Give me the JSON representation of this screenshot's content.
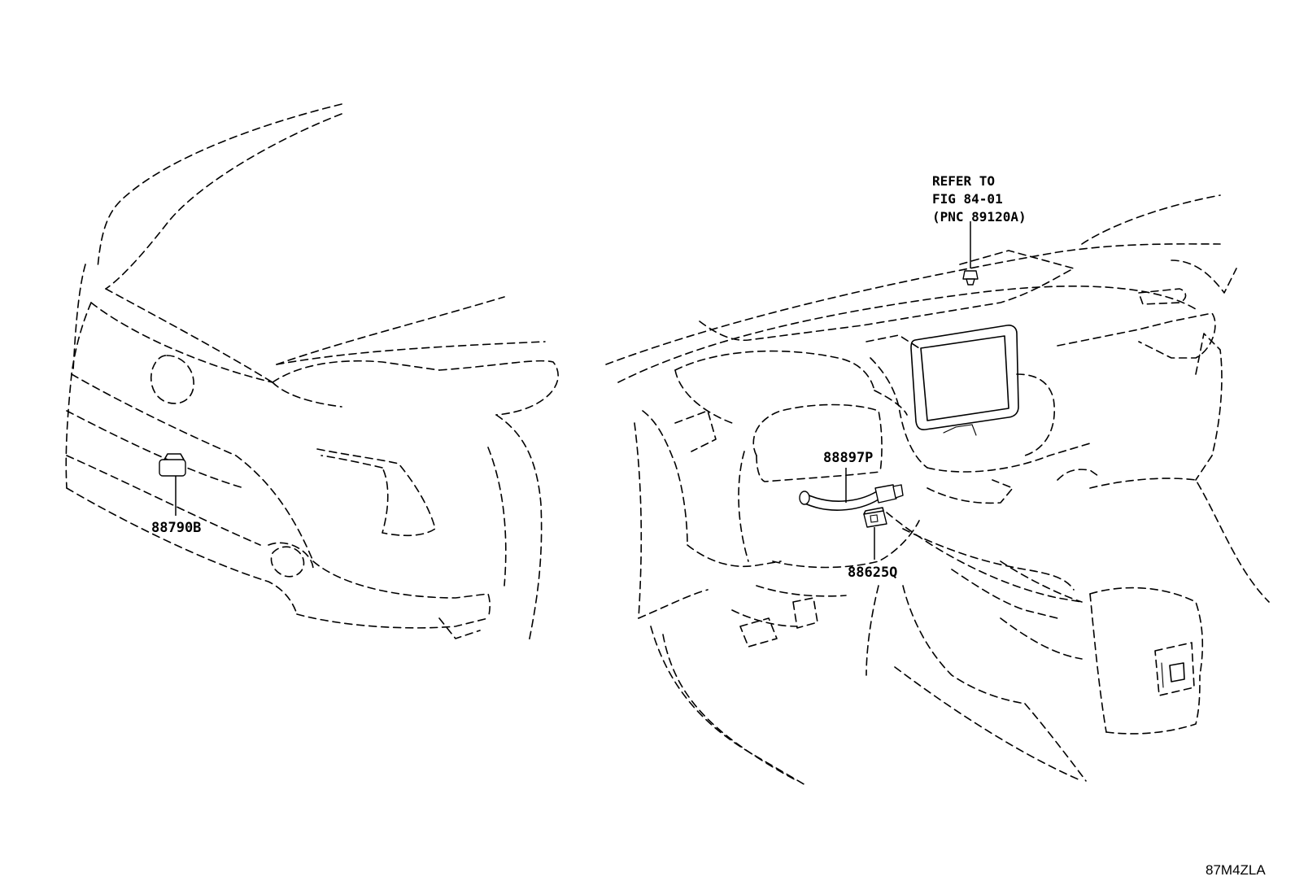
{
  "callouts": {
    "front_sensor": "88790B",
    "harness": "88897P",
    "switch": "88625Q"
  },
  "reference_note": {
    "line1": "REFER TO",
    "line2": "FIG 84-01",
    "line3": "(PNC 89120A)"
  },
  "figure_code": "87M4ZLA"
}
